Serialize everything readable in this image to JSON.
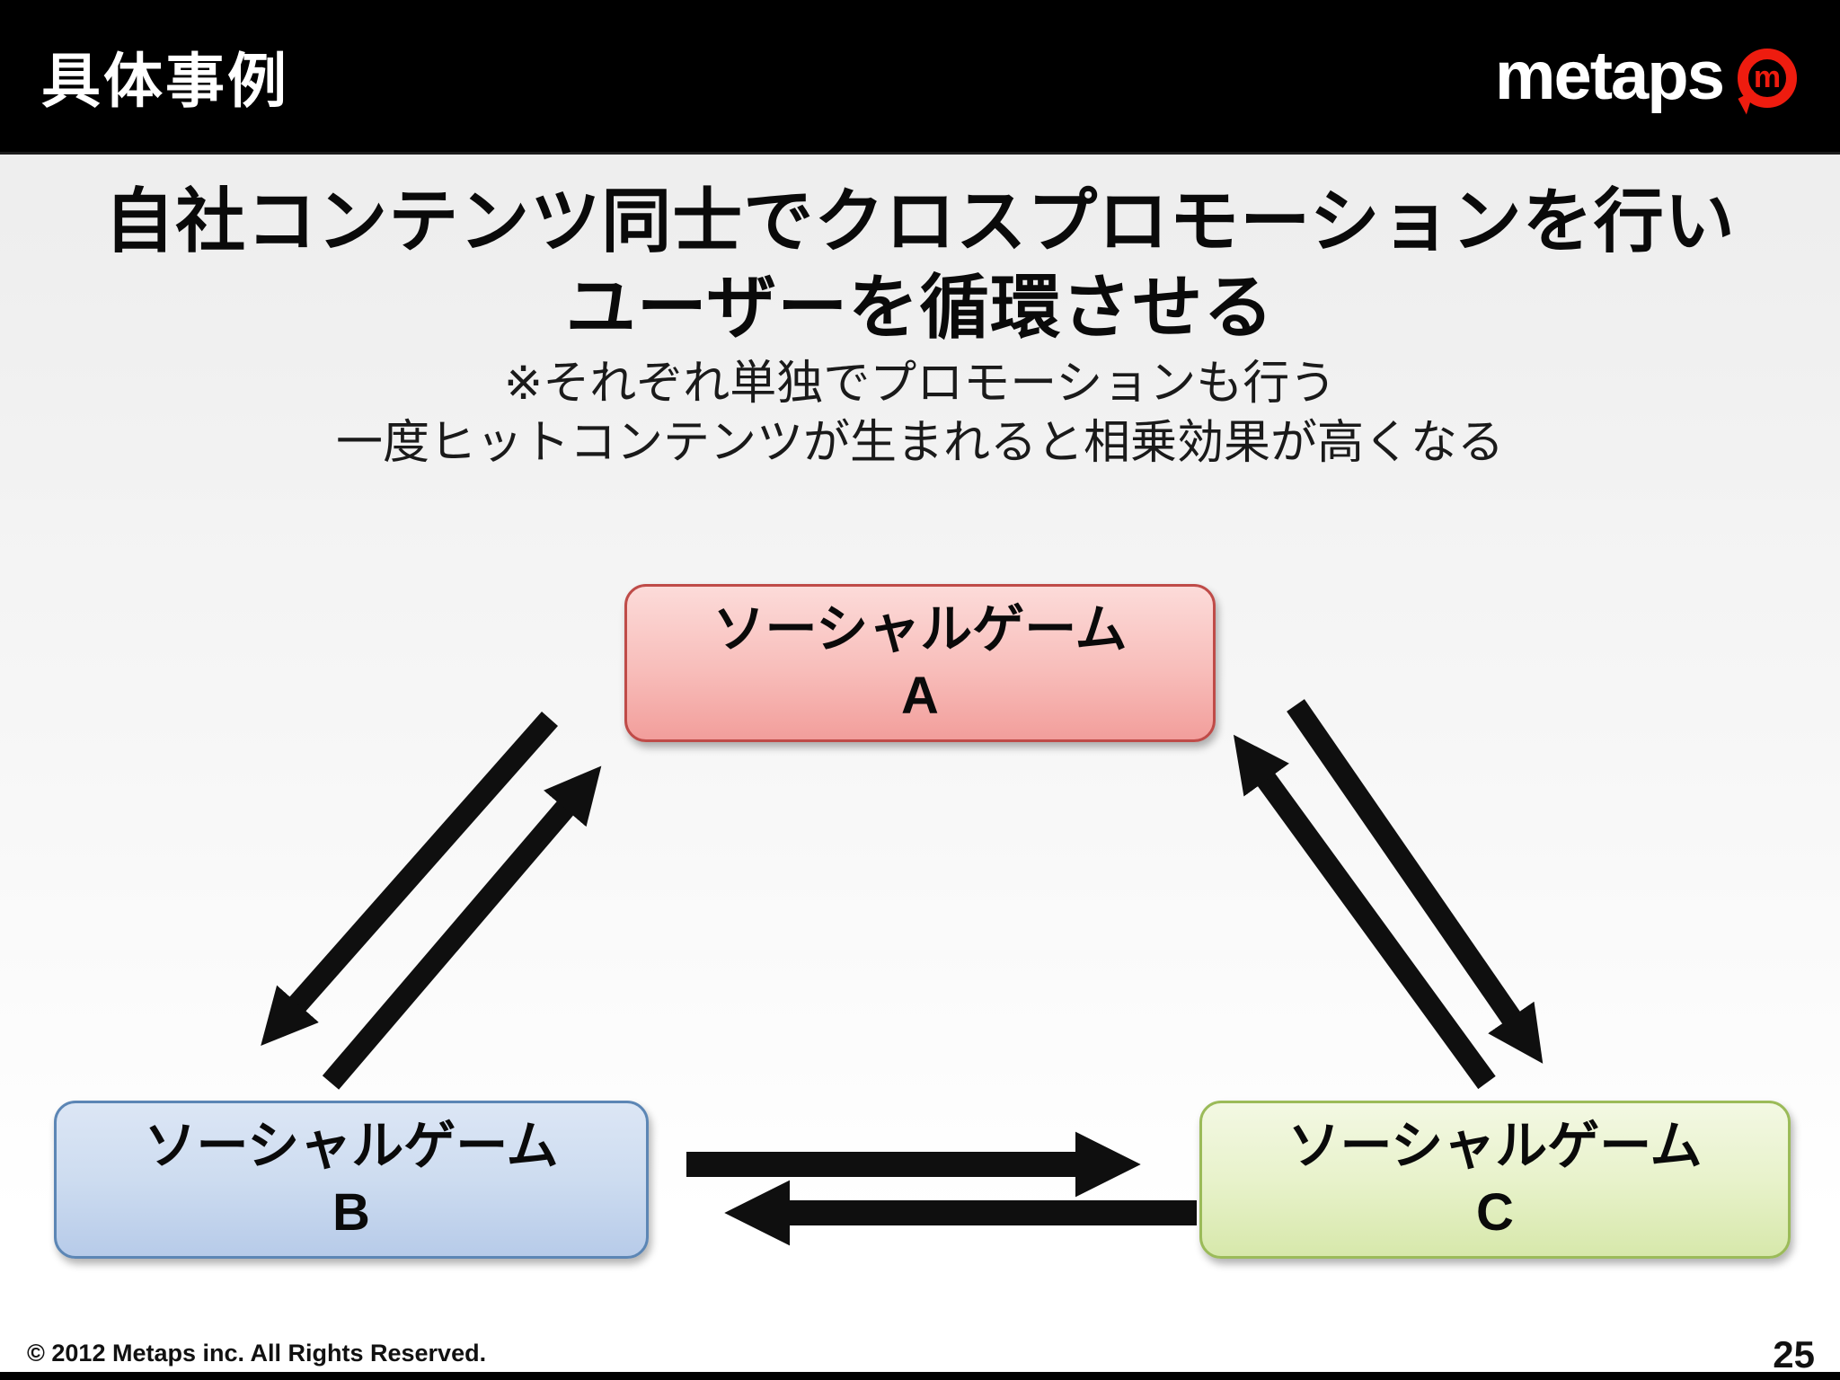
{
  "header": {
    "title": "具体事例",
    "logo_text": "metaps",
    "logo_icon_letter": "m"
  },
  "heading": {
    "line1": "自社コンテンツ同士でクロスプロモーションを行い",
    "line2": "ユーザーを循環させる"
  },
  "notes": {
    "line1": "※それぞれ単独でプロモーションも行う",
    "line2": "一度ヒットコンテンツが生まれると相乗効果が高くなる"
  },
  "diagram": {
    "nodes": [
      {
        "id": "A",
        "label": "ソーシャルゲーム",
        "letter": "A",
        "fill_top": "#fcdbd9",
        "fill_bottom": "#f29e9b",
        "border_color": "#bf4b48"
      },
      {
        "id": "B",
        "label": "ソーシャルゲーム",
        "letter": "B",
        "fill_top": "#dce6f5",
        "fill_bottom": "#b7cbe9",
        "border_color": "#5c86b5"
      },
      {
        "id": "C",
        "label": "ソーシャルゲーム",
        "letter": "C",
        "fill_top": "#f3f8e3",
        "fill_bottom": "#d7e8ab",
        "border_color": "#9bbb59"
      }
    ],
    "edges": [
      {
        "from": "A",
        "to": "B"
      },
      {
        "from": "B",
        "to": "A"
      },
      {
        "from": "A",
        "to": "C"
      },
      {
        "from": "C",
        "to": "A"
      },
      {
        "from": "B",
        "to": "C"
      },
      {
        "from": "C",
        "to": "B"
      }
    ],
    "arrow_color": "#0f0f0f"
  },
  "footer": {
    "copyright": "© 2012 Metaps inc. All Rights Reserved.",
    "page_number": "25"
  },
  "colors": {
    "header_bg": "#000000",
    "header_text": "#ffffff",
    "logo_red": "#ee1c0f",
    "body_text": "#0a0a0a",
    "background_top": "#ececec",
    "background_bottom": "#ffffff"
  }
}
